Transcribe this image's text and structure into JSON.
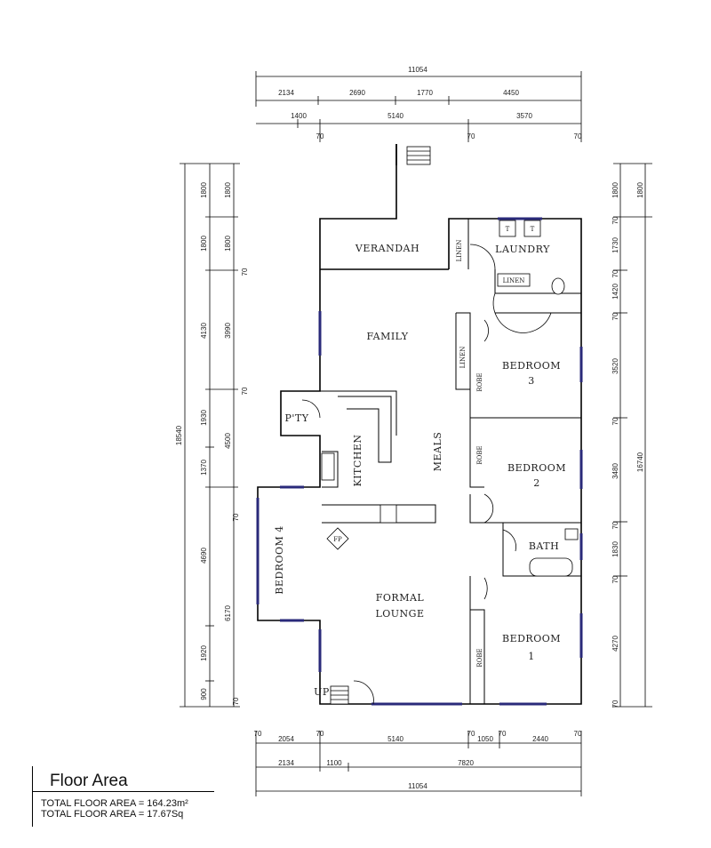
{
  "dimensions": {
    "top_overall": "11054",
    "top_row2": [
      "2134",
      "2690",
      "1770",
      "4450"
    ],
    "top_row3": [
      "1400",
      "5140",
      "3570"
    ],
    "top_row4": [
      "70",
      "70",
      "70"
    ],
    "bottom_row1": [
      "70",
      "2054",
      "70",
      "5140",
      "70",
      "1050",
      "70",
      "2440",
      "70"
    ],
    "bottom_row2": [
      "2134",
      "1100",
      "7820"
    ],
    "bottom_overall": "11054",
    "left_overall": "18540",
    "left_col2": [
      "1800",
      "1800",
      "4130",
      "1930",
      "1370",
      "4690",
      "1920",
      "900"
    ],
    "left_col3": [
      "1800",
      "1800",
      "70",
      "3990",
      "70",
      "4500",
      "70",
      "6170",
      "70"
    ],
    "right_overall": "16740",
    "right_col1": [
      "1800",
      "70",
      "1730",
      "70",
      "1420",
      "70",
      "3520",
      "70",
      "3480",
      "70",
      "1830",
      "70",
      "4270",
      "70"
    ],
    "right_col2": "1800"
  },
  "rooms": {
    "verandah": "VERANDAH",
    "laundry": "LAUNDRY",
    "linen_1": "LINEN",
    "linen_2": "LINEN",
    "linen_3": "LINEN",
    "family": "FAMILY",
    "bedroom3_a": "BEDROOM",
    "bedroom3_b": "3",
    "robe_3": "ROBE",
    "pantry": "P'TY",
    "kitchen": "KITCHEN",
    "meals": "MEALS",
    "bedroom2_a": "BEDROOM",
    "bedroom2_b": "2",
    "robe_2": "ROBE",
    "bedroom4": "BEDROOM 4",
    "fireplace": "FP",
    "bath": "BATH",
    "formal_1": "FORMAL",
    "formal_2": "LOUNGE",
    "bedroom1_a": "BEDROOM",
    "bedroom1_b": "1",
    "robe_1": "ROBE",
    "up": "UP",
    "tub_t1": "T",
    "tub_t2": "T"
  },
  "floor_area": {
    "title": "Floor Area",
    "line1": "TOTAL FLOOR AREA = 164.23m²",
    "line2": "TOTAL FLOOR AREA = 17.67Sq"
  }
}
